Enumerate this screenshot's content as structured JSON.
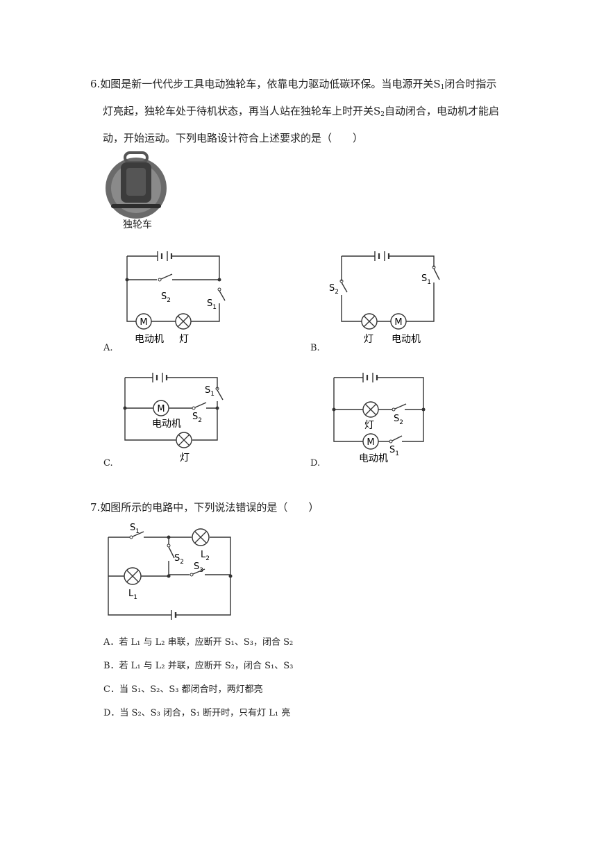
{
  "q6": {
    "line1": "6.如图是新一代代步工具电动独轮车，依靠电力驱动低碳环保。当电源开关",
    "line1_tail": "闭合时指示",
    "line2a": "灯亮起，独轮车处于待机状态，再当人站在独轮车上时开关",
    "line2b": "自动闭合，电动机才能启",
    "line3": "动，开始运动。下列电路设计符合上述要求的是（　　）",
    "s": "S",
    "sub1": "1",
    "sub2": "2",
    "image_caption": "独轮车",
    "labels": {
      "motor": "电动机",
      "lamp": "灯",
      "M": "M"
    },
    "options": [
      "A.",
      "B.",
      "C.",
      "D."
    ]
  },
  "q7": {
    "stem": "7.如图所示的电路中，下列说法错误的是（　　）",
    "labels": {
      "L": "L",
      "S": "S",
      "one": "1",
      "two": "2",
      "three": "3"
    },
    "options": [
      "A．若 L₁ 与 L₂ 串联，应断开 S₁、S₃，闭合 S₂",
      "B．若 L₁ 与 L₂ 并联，应断开 S₂，闭合 S₁、S₃",
      "C．当 S₁、S₂、S₃ 都闭合时，两灯都亮",
      "D．当 S₂、S₃ 闭合，S₁ 断开时，只有灯 L₁ 亮"
    ]
  }
}
